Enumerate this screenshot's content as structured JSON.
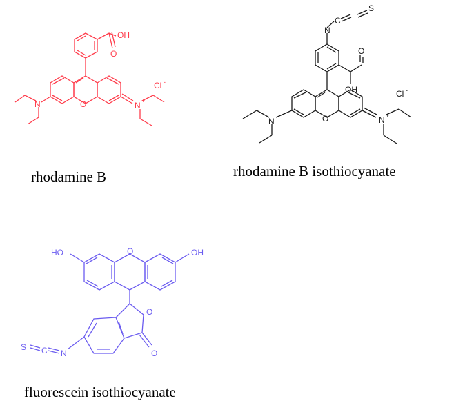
{
  "structures": [
    {
      "caption": "rhodamine B",
      "color": "#ff3b4a",
      "labels": {
        "acid_oh": "OH",
        "acid_o": "O",
        "n_left": "N",
        "n_right": "N",
        "n_charge": "+",
        "ring_o": "O",
        "counterion": "Cl",
        "counterion_charge": "-"
      }
    },
    {
      "caption": "rhodamine B isothiocyanate",
      "color": "#1a1a1a",
      "labels": {
        "isothio_n": "N",
        "isothio_c": "C",
        "isothio_s": "S",
        "acid_oh": "OH",
        "acid_o": "O",
        "n_left": "N",
        "n_right": "N",
        "n_charge": "+",
        "ring_o": "O",
        "counterion": "Cl",
        "counterion_charge": "-"
      }
    },
    {
      "caption": "fluorescein isothiocyanate",
      "color": "#6b5cf0",
      "labels": {
        "oh_left": "HO",
        "oh_right": "OH",
        "ring_o": "O",
        "lactone_o": "O",
        "carbonyl_o": "O",
        "isothio_s": "S",
        "isothio_c": "C",
        "isothio_n": "N"
      }
    }
  ]
}
